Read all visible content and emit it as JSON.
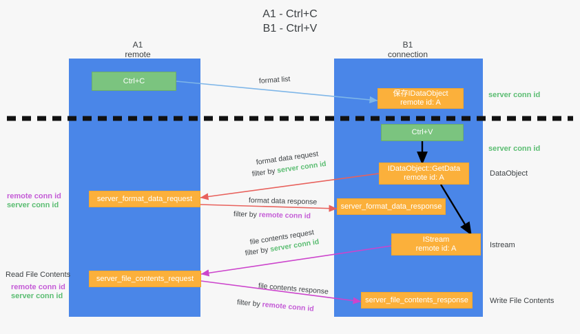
{
  "title": {
    "line1": "A1 - Ctrl+C",
    "line2": "B1 - Ctrl+V"
  },
  "lanes": [
    {
      "id": "a1",
      "name": "A1",
      "sub": "remote"
    },
    {
      "id": "b1",
      "name": "B1",
      "sub": "connection"
    }
  ],
  "nodes": {
    "ctrl_c": {
      "line1": "Ctrl+C",
      "line2": ""
    },
    "save_idataobject": {
      "line1": "保存IDataObject",
      "line2": "remote id: A"
    },
    "ctrl_v": {
      "line1": "Ctrl+V",
      "line2": ""
    },
    "getdata": {
      "line1": "IDataObject::GetData",
      "line2": "remote id: A"
    },
    "istream": {
      "line1": "IStream",
      "line2": "remote id: A"
    },
    "fmt_data_request": {
      "line1": "server_format_data_request",
      "line2": ""
    },
    "fmt_data_response": {
      "line1": "server_format_data_response",
      "line2": ""
    },
    "file_contents_request": {
      "line1": "server_file_contents_request",
      "line2": ""
    },
    "file_contents_response": {
      "line1": "server_file_contents_response",
      "line2": ""
    }
  },
  "edge_labels": {
    "format_list": "format list",
    "format_data_request": "format data request",
    "format_data_request_filter_pre": "filter by ",
    "format_data_request_filter_key": "server conn id",
    "format_data_response": "format data response",
    "format_data_response_filter_pre": "filter by ",
    "format_data_response_filter_key": "remote conn id",
    "file_contents_request": "file contents request",
    "file_contents_request_filter_pre": "filter by ",
    "file_contents_request_filter_key": "server conn id",
    "file_contents_response": "file contents response",
    "file_contents_response_filter_pre": "filter by ",
    "file_contents_response_filter_key": "remote conn id"
  },
  "margin_labels": {
    "right_server_conn_id_1": "server conn id",
    "right_server_conn_id_2": "server conn id",
    "right_dataobject": "DataObject",
    "right_istream": "Istream",
    "right_write_file_contents": "Write File Contents",
    "left_remote_conn_id_1": "remote conn id",
    "left_server_conn_id_1": "server conn id",
    "left_read_file_contents": "Read File Contents",
    "left_remote_conn_id_2": "remote conn id",
    "left_server_conn_id_2": "server conn id"
  },
  "colors": {
    "background": "#f7f7f7",
    "lane": "#4a86e8",
    "node_green": "#7bc47f",
    "node_orange": "#fbb03b",
    "arrow_blue": "#7eb6e8",
    "arrow_red": "#e8615c",
    "arrow_magenta": "#cc44cc",
    "arrow_black": "#000000",
    "text_green": "#5bbd72",
    "text_purple": "#c45bd6",
    "text_dark": "#3c4043",
    "separator": "#111111"
  }
}
